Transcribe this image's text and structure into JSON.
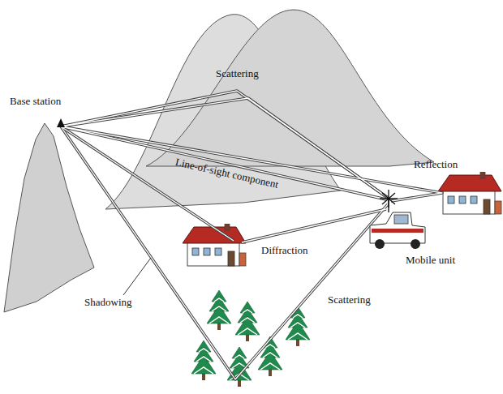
{
  "diagram": {
    "labels": [
      "Base station",
      "Scattering",
      "Line-of-sight component",
      "Reflection",
      "Diffraction",
      "Mobile unit",
      "Shadowing",
      "Scattering"
    ]
  }
}
